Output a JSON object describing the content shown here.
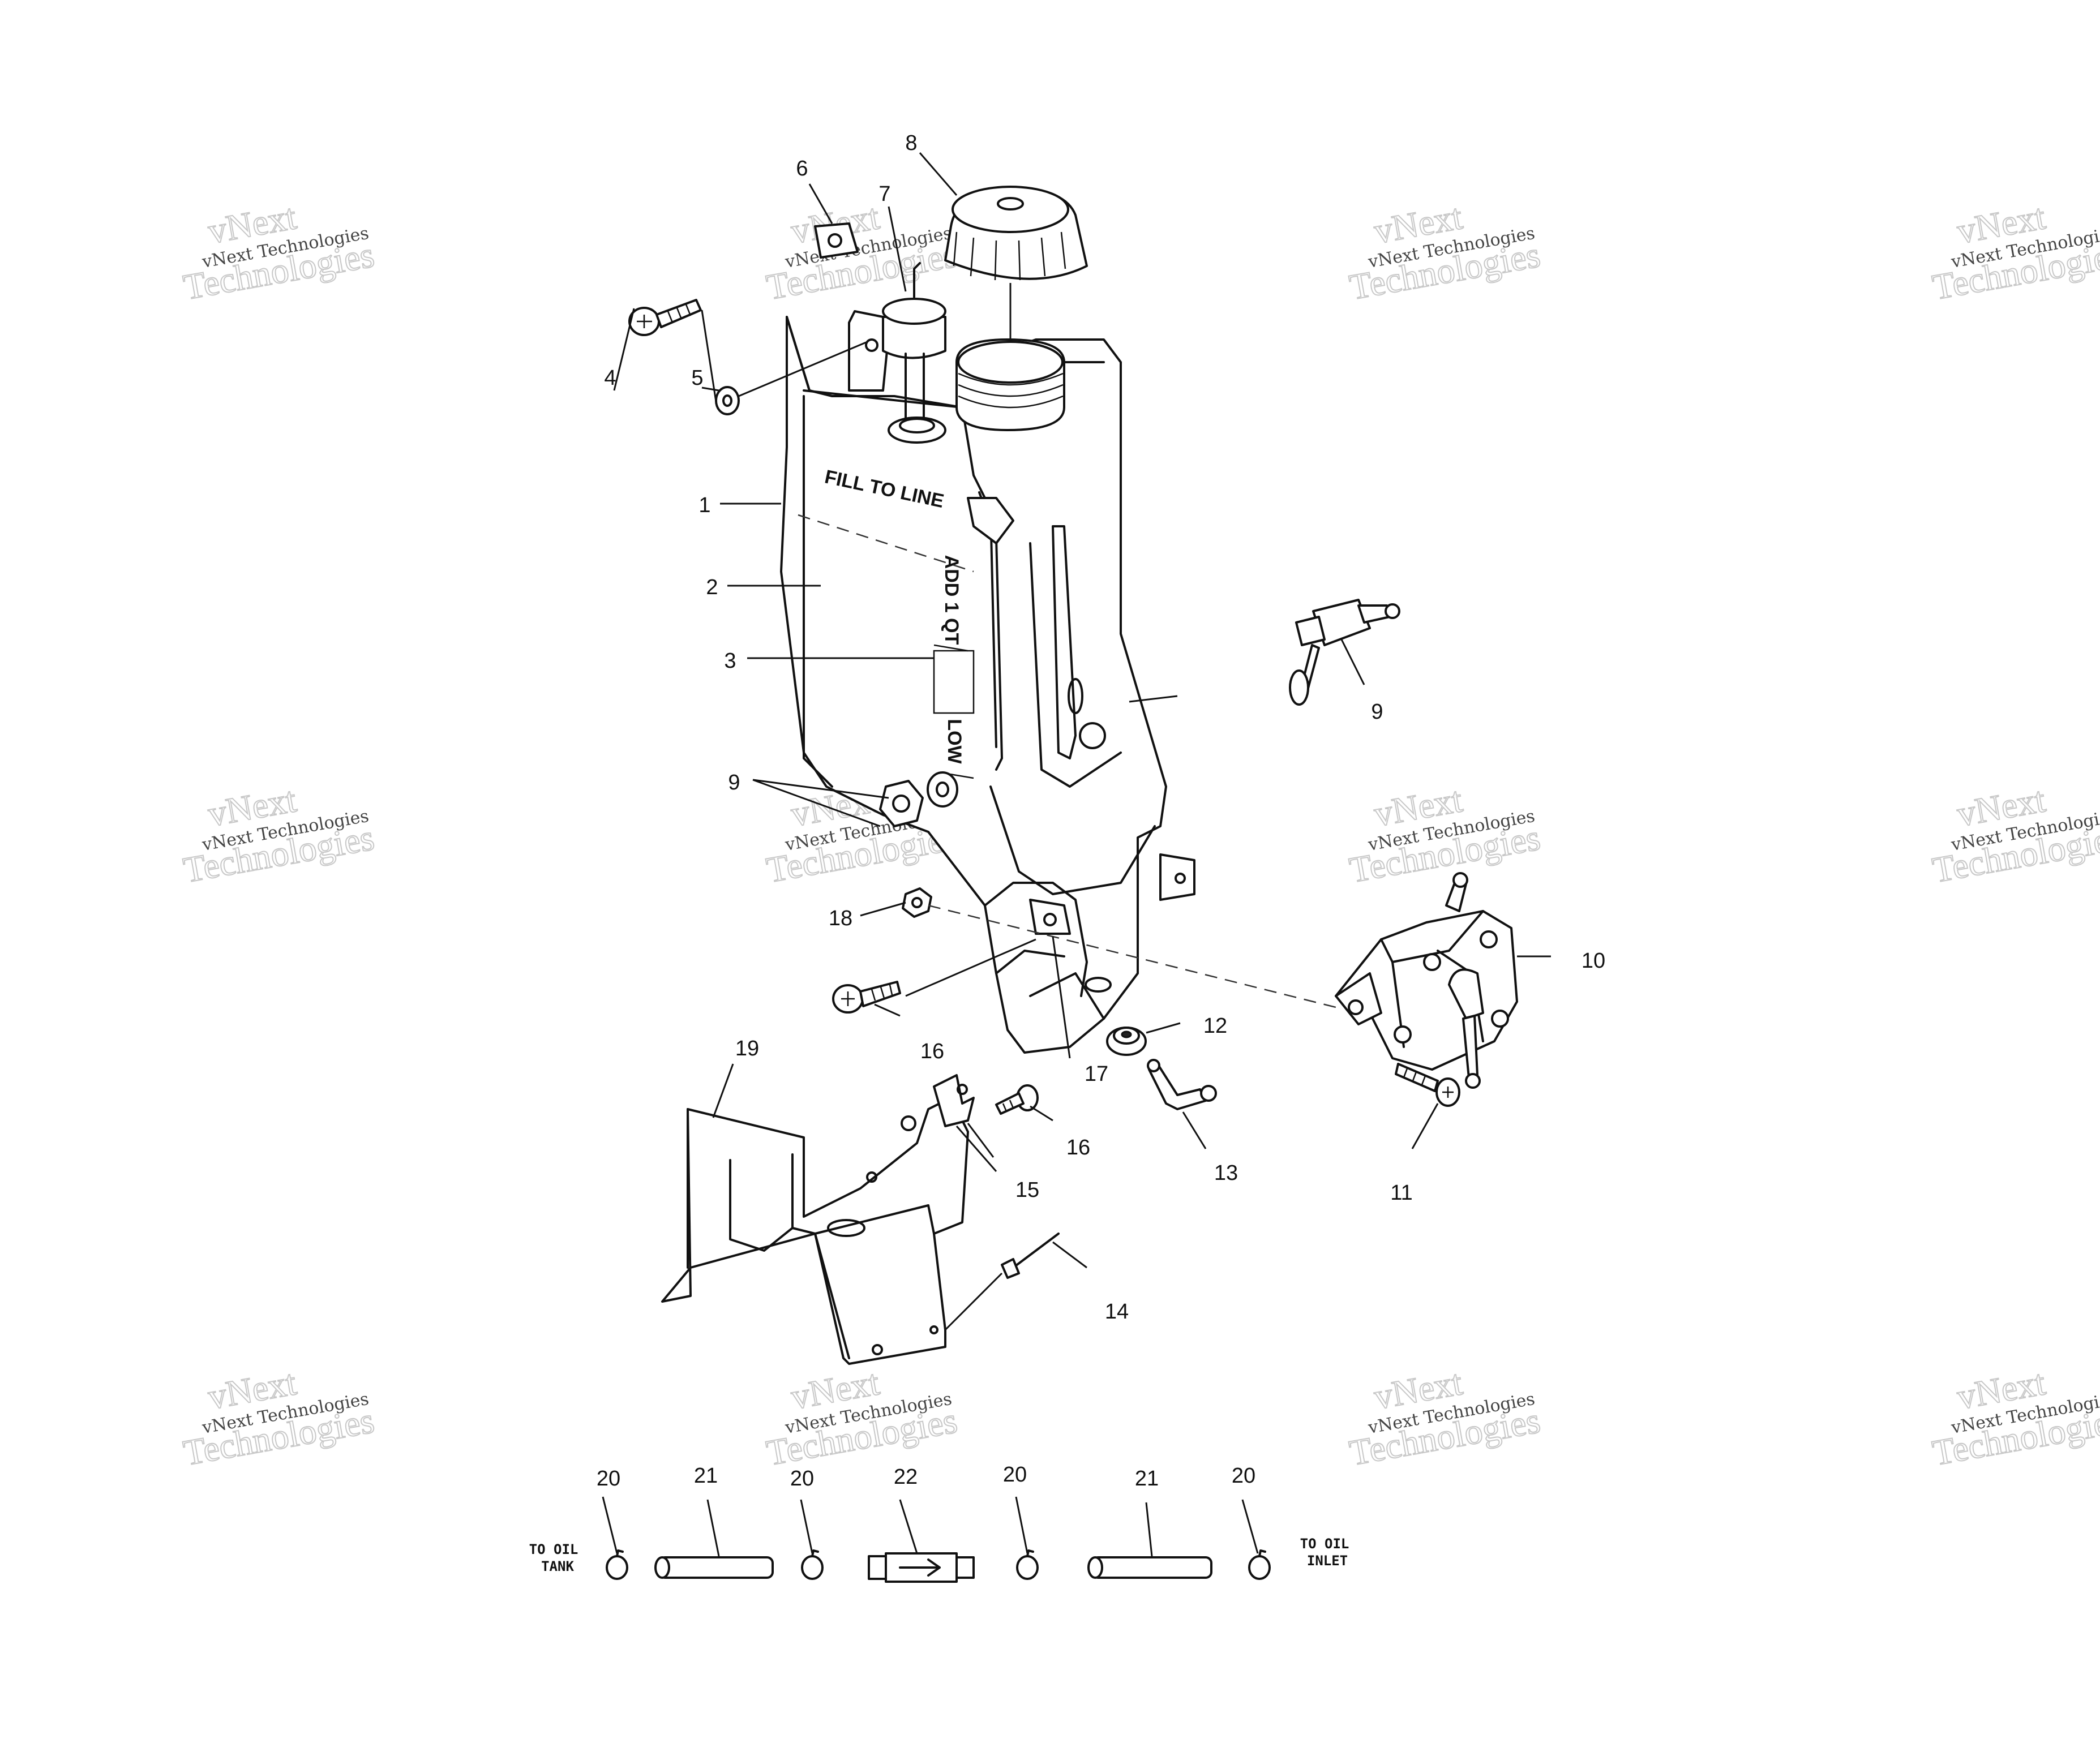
{
  "callouts": {
    "n1": "1",
    "n2": "2",
    "n3": "3",
    "n4": "4",
    "n5": "5",
    "n6": "6",
    "n7": "7",
    "n8": "8",
    "n9a": "9",
    "n9b": "9",
    "n10": "10",
    "n11": "11",
    "n12": "12",
    "n13": "13",
    "n14": "14",
    "n15": "15",
    "n16a": "16",
    "n16b": "16",
    "n17": "17",
    "n18": "18",
    "n19": "19",
    "n20a": "20",
    "n20b": "20",
    "n20c": "20",
    "n20d": "20",
    "n21a": "21",
    "n21b": "21",
    "n22": "22"
  },
  "embossing": {
    "fill_to_line": "FILL TO LINE",
    "add_1_qt": "ADD 1 QT",
    "low": "LOW"
  },
  "line_labels": {
    "to_oil_tank_line1": "TO OIL",
    "to_oil_tank_line2": "TANK",
    "to_oil_inlet_line1": "TO OIL",
    "to_oil_inlet_line2": "INLET"
  },
  "watermark": {
    "brand": "vNext",
    "company": "vNext Technologies",
    "tech": "Technologies"
  },
  "colors": {
    "line": "#111111",
    "background": "#ffffff",
    "watermark": "#c8c8c8"
  }
}
